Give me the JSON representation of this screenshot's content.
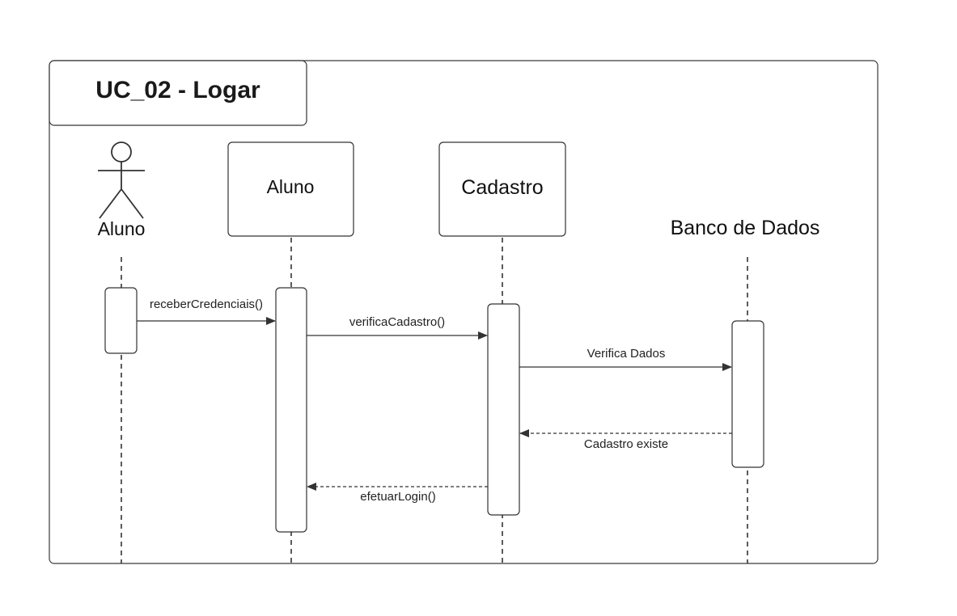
{
  "diagram": {
    "title": "UC_02 - Logar",
    "actor": {
      "name": "Aluno"
    },
    "participants": [
      {
        "id": "aluno",
        "name": "Aluno"
      },
      {
        "id": "cadastro",
        "name": "Cadastro"
      },
      {
        "id": "banco",
        "name": "Banco de Dados"
      }
    ],
    "messages": [
      {
        "from": "actor",
        "to": "aluno",
        "label": "receberCredenciais()",
        "style": "sync"
      },
      {
        "from": "aluno",
        "to": "cadastro",
        "label": "verificaCadastro()",
        "style": "sync"
      },
      {
        "from": "cadastro",
        "to": "banco",
        "label": "Verifica Dados",
        "style": "sync"
      },
      {
        "from": "banco",
        "to": "cadastro",
        "label": "Cadastro existe",
        "style": "return"
      },
      {
        "from": "cadastro",
        "to": "aluno",
        "label": "efetuarLogin()",
        "style": "return"
      }
    ],
    "colors": {
      "line": "#333333",
      "text": "#111111",
      "background": "#ffffff"
    }
  }
}
